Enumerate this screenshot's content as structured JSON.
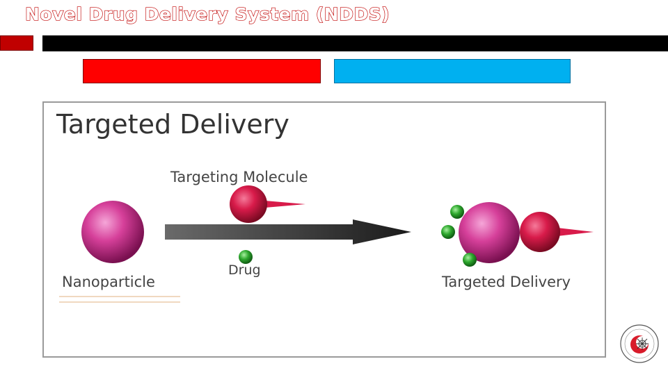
{
  "slide": {
    "title": "Novel Drug Delivery System (NDDS)"
  },
  "figure": {
    "heading": "Targeted Delivery",
    "labels": {
      "targeting_molecule": "Targeting Molecule",
      "nanoparticle": "Nanoparticle",
      "drug": "Drug",
      "result": "Targeted Delivery"
    }
  },
  "colors": {
    "title_outline": "#c00000",
    "red_bar": "#ff0000",
    "blue_bar": "#00b0f0",
    "nanoparticle": "#d6409a",
    "targeting_molecule": "#d81b4a",
    "drug": "#2ea82e",
    "arrow": "#2b2b2b"
  },
  "icons": {
    "logo": "department-seal-logo"
  }
}
